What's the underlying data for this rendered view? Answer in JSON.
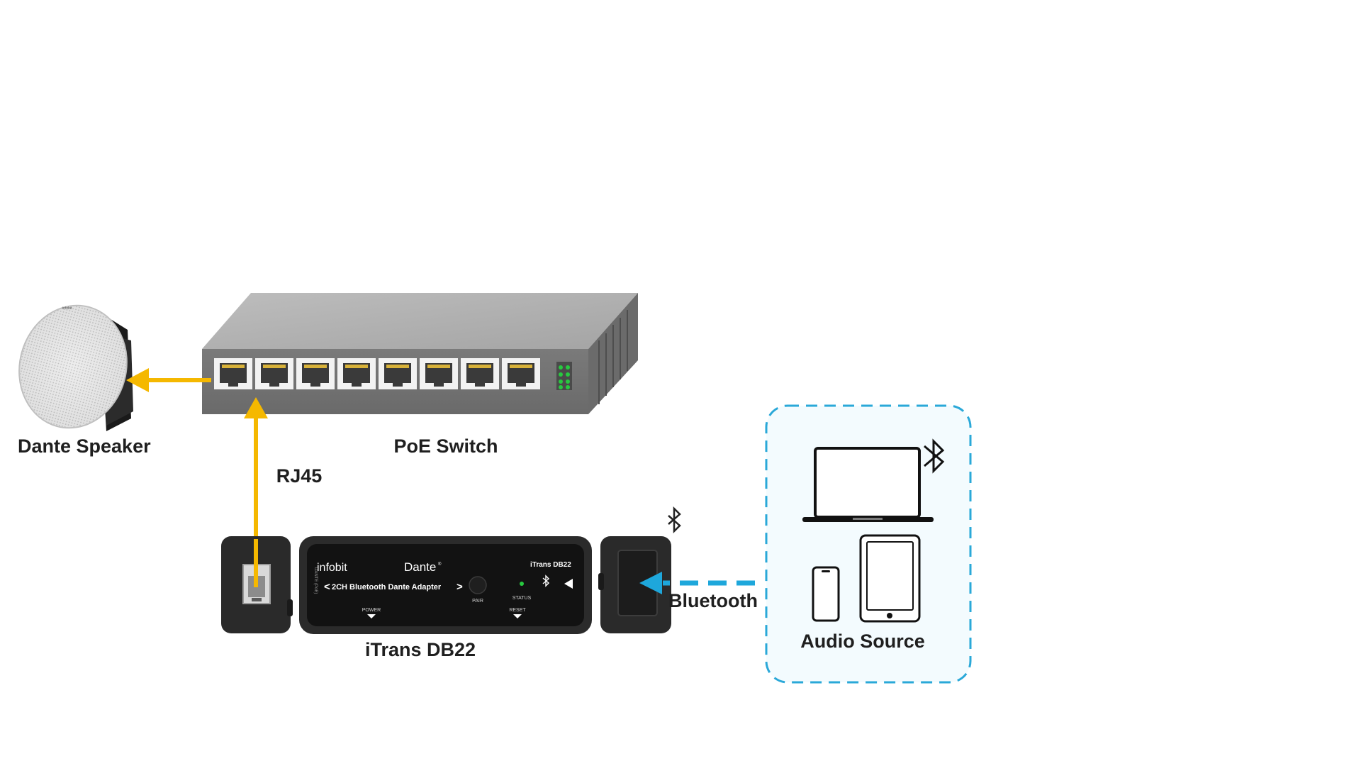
{
  "labels": {
    "dante_speaker": "Dante Speaker",
    "poe_switch": "PoE Switch",
    "rj45": "RJ45",
    "itrans": "iTrans DB22",
    "bluetooth": "Bluetooth",
    "audio_source": "Audio Source"
  },
  "device": {
    "brand": "infobit",
    "dante_logo": "Dante",
    "dante_mark": "®",
    "model": "iTrans DB22",
    "product": "2CH Bluetooth Dante Adapter",
    "left_arrow": "<",
    "right_arrow": ">",
    "pair": "PAIR",
    "status": "STATUS",
    "power": "POWER",
    "reset": "RESET",
    "side_label": "DANTE (PoE)"
  },
  "colors": {
    "rj45_link": "#F5B800",
    "bluetooth_link": "#1EA7DB",
    "source_box_border": "#2AA8D8",
    "source_box_fill": "#F3FBFE",
    "label_text": "#1F1F1F"
  },
  "icons": {
    "switch_ports": "rj45-port-icon",
    "bluetooth": "bluetooth-icon",
    "laptop": "laptop-icon",
    "phone": "smartphone-icon",
    "tablet": "tablet-icon"
  }
}
